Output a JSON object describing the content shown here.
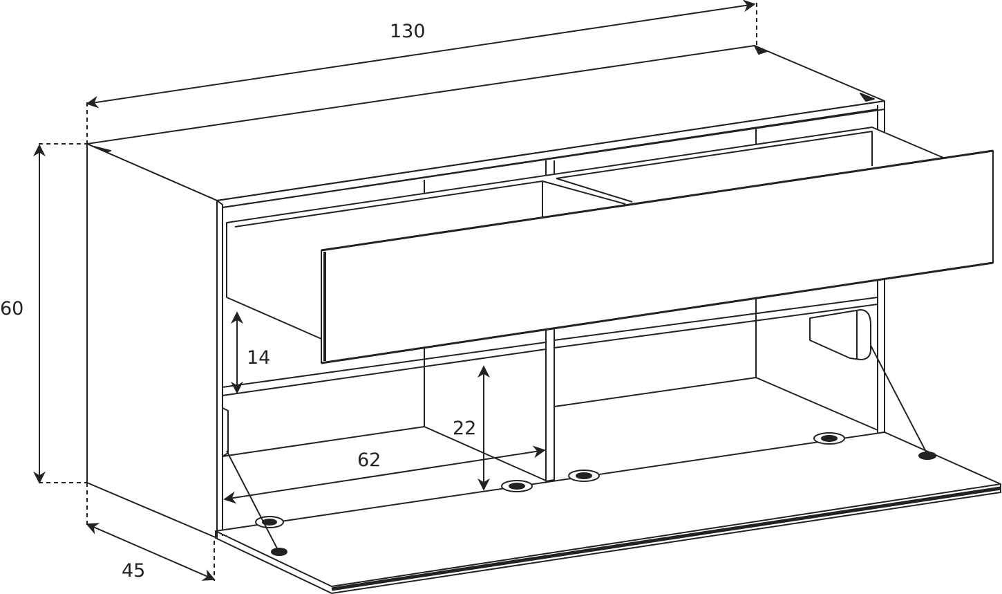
{
  "dimensions": {
    "width": "130",
    "height": "60",
    "depth": "45",
    "drawer_height": "14",
    "compartment_height": "22",
    "compartment_width": "62"
  },
  "colors": {
    "line": "#222222",
    "background": "#ffffff"
  }
}
